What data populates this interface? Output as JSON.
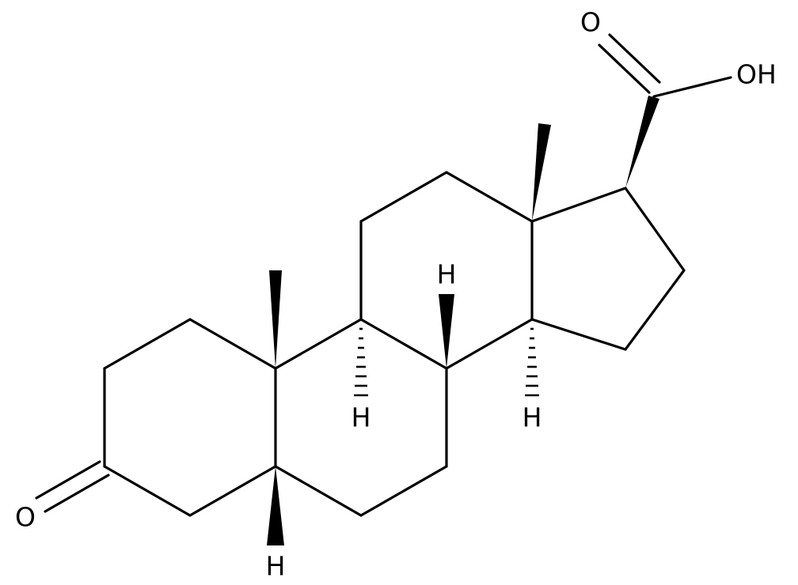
{
  "molecule": {
    "atom_labels": {
      "carboxyl_carbonyl_oxygen": "O",
      "carboxyl_hydroxyl": "OH",
      "ketone_oxygen": "O",
      "h_c8": "H",
      "h_c9": "H",
      "h_c14": "H",
      "h_c5": "H"
    }
  }
}
